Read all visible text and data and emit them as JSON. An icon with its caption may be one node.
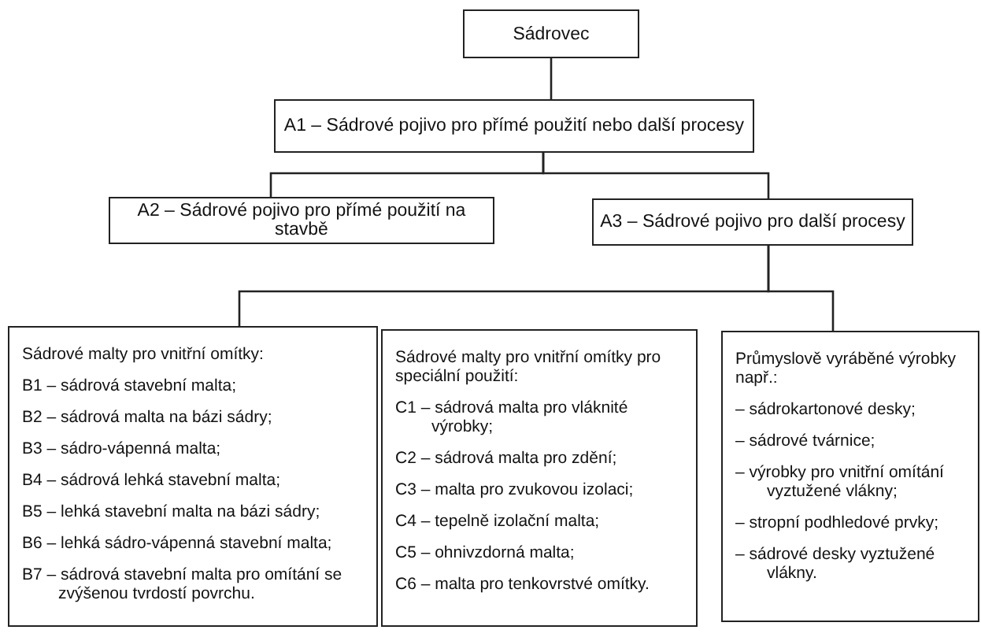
{
  "diagram": {
    "nodes": [
      {
        "text": [
          "Sádrovec"
        ]
      },
      {
        "text": [
          "A1 – Sádrové pojivo pro přímé použití nebo další procesy"
        ]
      },
      {
        "text": [
          "A2 – Sádrové pojivo pro přímé použití na stavbě"
        ]
      },
      {
        "text": [
          "A3 – Sádrové pojivo pro další procesy"
        ]
      },
      {
        "text": [
          "Sádrové malty pro vnitřní omítky:",
          "B1 – sádrová stavební malta;",
          "B2 – sádrová malta na bázi sádry;",
          "B3 – sádro-vápenná malta;",
          "B4 – sádrová lehká stavební malta;",
          "B5 – lehká stavební malta na bázi sádry;",
          "B6 – lehká sádro-vápenná stavební malta;",
          "B7 – sádrová stavební malta pro omítání se zvýšenou tvrdostí povrchu."
        ]
      },
      {
        "text": [
          "Sádrové malty pro vnitřní omítky pro speciální použití:",
          "C1 – sádrová malta pro vláknité výrobky;",
          "C2 – sádrová malta pro zdění;",
          "C3 – malta pro zvukovou izolaci;",
          "C4 – tepelně izolační malta;",
          "C5 – ohnivzdorná malta;",
          "C6 – malta pro tenkovrstvé omítky."
        ]
      },
      {
        "text": [
          "Průmyslově vyráběné výrobky např.:",
          "– sádrokartonové desky;",
          "– sádrové tvárnice;",
          "– výrobky pro vnitřní omítání vyztužené vlákny;",
          "– stropní podhledové prvky;",
          "– sádrové desky vyztužené vlákny."
        ]
      }
    ],
    "edges": [
      {
        "from": 0,
        "to": 1,
        "arrow": "none"
      },
      {
        "from": 1,
        "to": 2,
        "arrow": "none"
      },
      {
        "from": 1,
        "to": 3,
        "arrow": "none"
      },
      {
        "from": 3,
        "to": 4,
        "arrow": "none"
      },
      {
        "from": 3,
        "to": 6,
        "arrow": "none"
      }
    ]
  }
}
